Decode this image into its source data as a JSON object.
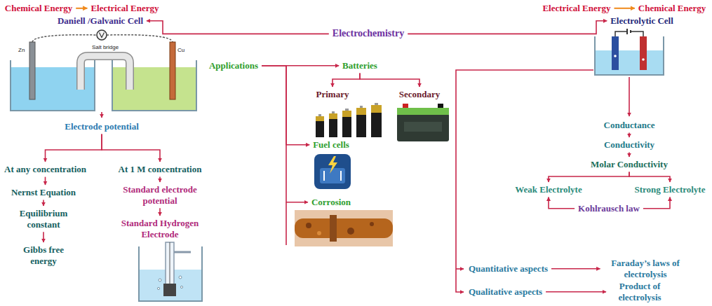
{
  "diagram": {
    "nodes": [
      {
        "text": [
          "Chemical Energy"
        ]
      },
      {
        "text": [
          "Electrical Energy"
        ]
      },
      {
        "text": [
          "Electrical Energy"
        ]
      },
      {
        "text": [
          "Chemical Energy"
        ]
      },
      {
        "text": [
          "Daniell /Galvanic Cell"
        ]
      },
      {
        "text": [
          "Electrochemistry"
        ]
      },
      {
        "text": [
          "Electrolytic Cell"
        ]
      },
      {
        "text": [
          "Applications"
        ]
      },
      {
        "text": [
          "Batteries"
        ]
      },
      {
        "text": [
          "Primary"
        ]
      },
      {
        "text": [
          "Secondary"
        ]
      },
      {
        "text": [
          "Fuel cells"
        ]
      },
      {
        "text": [
          "Corrosion"
        ]
      },
      {
        "text": [
          "Electrode potential"
        ]
      },
      {
        "text": [
          "At any concentration"
        ]
      },
      {
        "text": [
          "At 1 M concentration"
        ]
      },
      {
        "text": [
          "Nernst Equation"
        ]
      },
      {
        "text": [
          "Standard electrode potential"
        ]
      },
      {
        "text": [
          "Equilibrium constant"
        ]
      },
      {
        "text": [
          "Standard Hydrogen Electrode"
        ]
      },
      {
        "text": [
          "Gibbs free energy"
        ]
      },
      {
        "text": [
          "Conductance"
        ]
      },
      {
        "text": [
          "Conductivity"
        ]
      },
      {
        "text": [
          "Molar Conductivity"
        ]
      },
      {
        "text": [
          "Weak Electrolyte"
        ]
      },
      {
        "text": [
          "Strong Electrolyte"
        ]
      },
      {
        "text": [
          "Kohlrausch law"
        ]
      },
      {
        "text": [
          "Quantitative aspects"
        ]
      },
      {
        "text": [
          "Faraday’s laws of electrolysis"
        ]
      },
      {
        "text": [
          "Qualitative aspects"
        ]
      },
      {
        "text": [
          "Product of electrolysis"
        ]
      }
    ],
    "edges": [
      {
        "from": 0,
        "to": 1,
        "arrow": "to"
      },
      {
        "from": 2,
        "to": 3,
        "arrow": "to"
      },
      {
        "from": 5,
        "to": 4,
        "arrow": "to"
      },
      {
        "from": 5,
        "to": 6,
        "arrow": "to"
      },
      {
        "from": 7,
        "to": 8,
        "arrow": "to"
      },
      {
        "from": 7,
        "to": 11,
        "arrow": "to"
      },
      {
        "from": 7,
        "to": 12,
        "arrow": "to"
      },
      {
        "from": 8,
        "to": 9,
        "arrow": "to"
      },
      {
        "from": 8,
        "to": 10,
        "arrow": "to"
      },
      {
        "from": 13,
        "to": 14,
        "arrow": "to"
      },
      {
        "from": 13,
        "to": 15,
        "arrow": "to"
      },
      {
        "from": 14,
        "to": 16,
        "arrow": "to"
      },
      {
        "from": 16,
        "to": 18,
        "arrow": "to"
      },
      {
        "from": 18,
        "to": 20,
        "arrow": "to"
      },
      {
        "from": 15,
        "to": 17,
        "arrow": "to"
      },
      {
        "from": 17,
        "to": 19,
        "arrow": "to"
      },
      {
        "from": 21,
        "to": 22,
        "arrow": "to"
      },
      {
        "from": 22,
        "to": 23,
        "arrow": "to"
      },
      {
        "from": 23,
        "to": 24,
        "arrow": "to"
      },
      {
        "from": 23,
        "to": 25,
        "arrow": "to"
      },
      {
        "from": 26,
        "to": 24,
        "arrow": "to"
      },
      {
        "from": 26,
        "to": 25,
        "arrow": "to"
      },
      {
        "from": 27,
        "to": 28,
        "arrow": "to"
      },
      {
        "from": 29,
        "to": 30,
        "arrow": "to"
      }
    ],
    "labels": [
      "Zn",
      "Salt bridge",
      "Cu"
    ]
  }
}
